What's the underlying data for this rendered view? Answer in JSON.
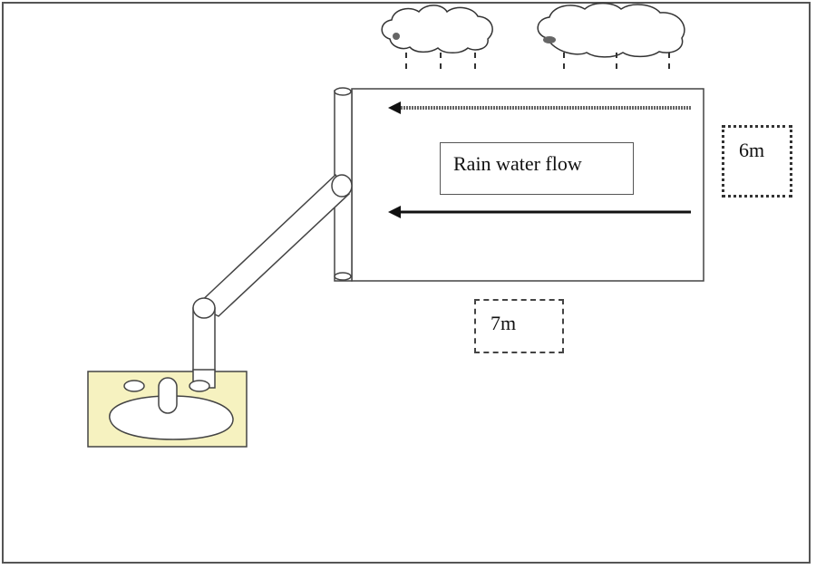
{
  "diagram": {
    "flow_label": "Rain water flow",
    "roof_width_label": "6m",
    "roof_length_label": "7m",
    "colors": {
      "tank": "#f6f2c0",
      "line": "#333333"
    }
  }
}
